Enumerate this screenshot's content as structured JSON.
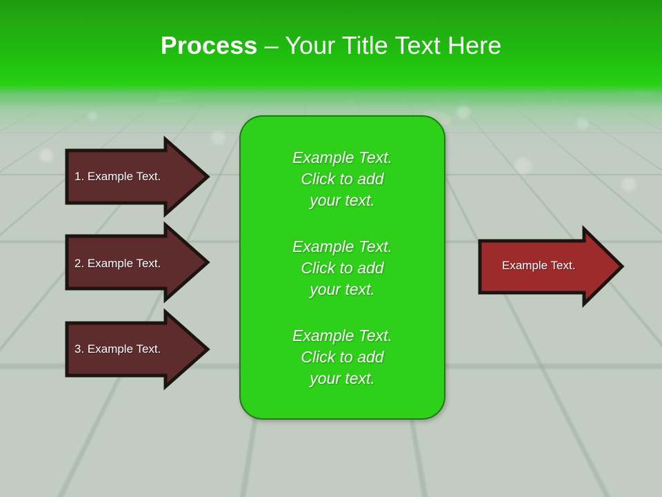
{
  "slide": {
    "title_bold": "Process ",
    "title_rest": "– Your Title Text Here",
    "background_color": "#c6cec3",
    "header_green": "#22cc11"
  },
  "colors": {
    "left_arrow_fill": "#5e2c2c",
    "left_arrow_stroke": "#1b1410",
    "right_arrow_fill": "#9e2b2b",
    "right_arrow_stroke": "#1b1410",
    "panel_fill": "#2ed01a",
    "panel_stroke": "#1d7a12",
    "text_white": "#ffffff"
  },
  "input_arrows": [
    {
      "label": "1. Example Text."
    },
    {
      "label": "2. Example Text."
    },
    {
      "label": "3. Example Text."
    }
  ],
  "output_arrow": {
    "label": "Example Text."
  },
  "panel": {
    "blocks": [
      {
        "text": "Example Text.\nClick  to add\nyour text."
      },
      {
        "text": "Example Text.\nClick  to add\nyour text."
      },
      {
        "text": "Example Text.\nClick  to add\nyour text."
      }
    ]
  }
}
